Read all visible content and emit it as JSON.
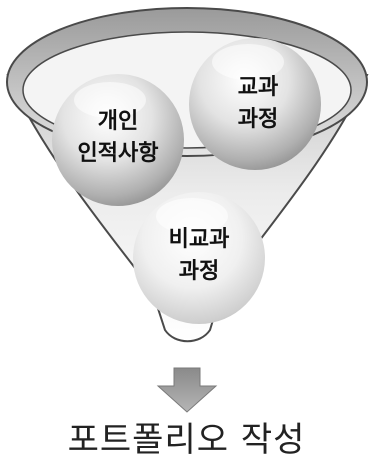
{
  "diagram": {
    "inputs": [
      {
        "id": "personal",
        "lines": [
          "개인",
          "인적사항"
        ]
      },
      {
        "id": "curricular",
        "lines": [
          "교과",
          "과정"
        ]
      },
      {
        "id": "extracurricular",
        "lines": [
          "비교과",
          "과정"
        ]
      }
    ],
    "output": "포트폴리오 작성"
  },
  "colors": {
    "funnel_stroke": "#4a4a4a",
    "funnel_fill_top": "#cfcfcf",
    "funnel_fill_bottom": "#ffffff",
    "sphere_light": "#ffffff",
    "sphere_dark": "#8c8c8c",
    "arrow": "#7a7a7a",
    "label": "#111111"
  }
}
